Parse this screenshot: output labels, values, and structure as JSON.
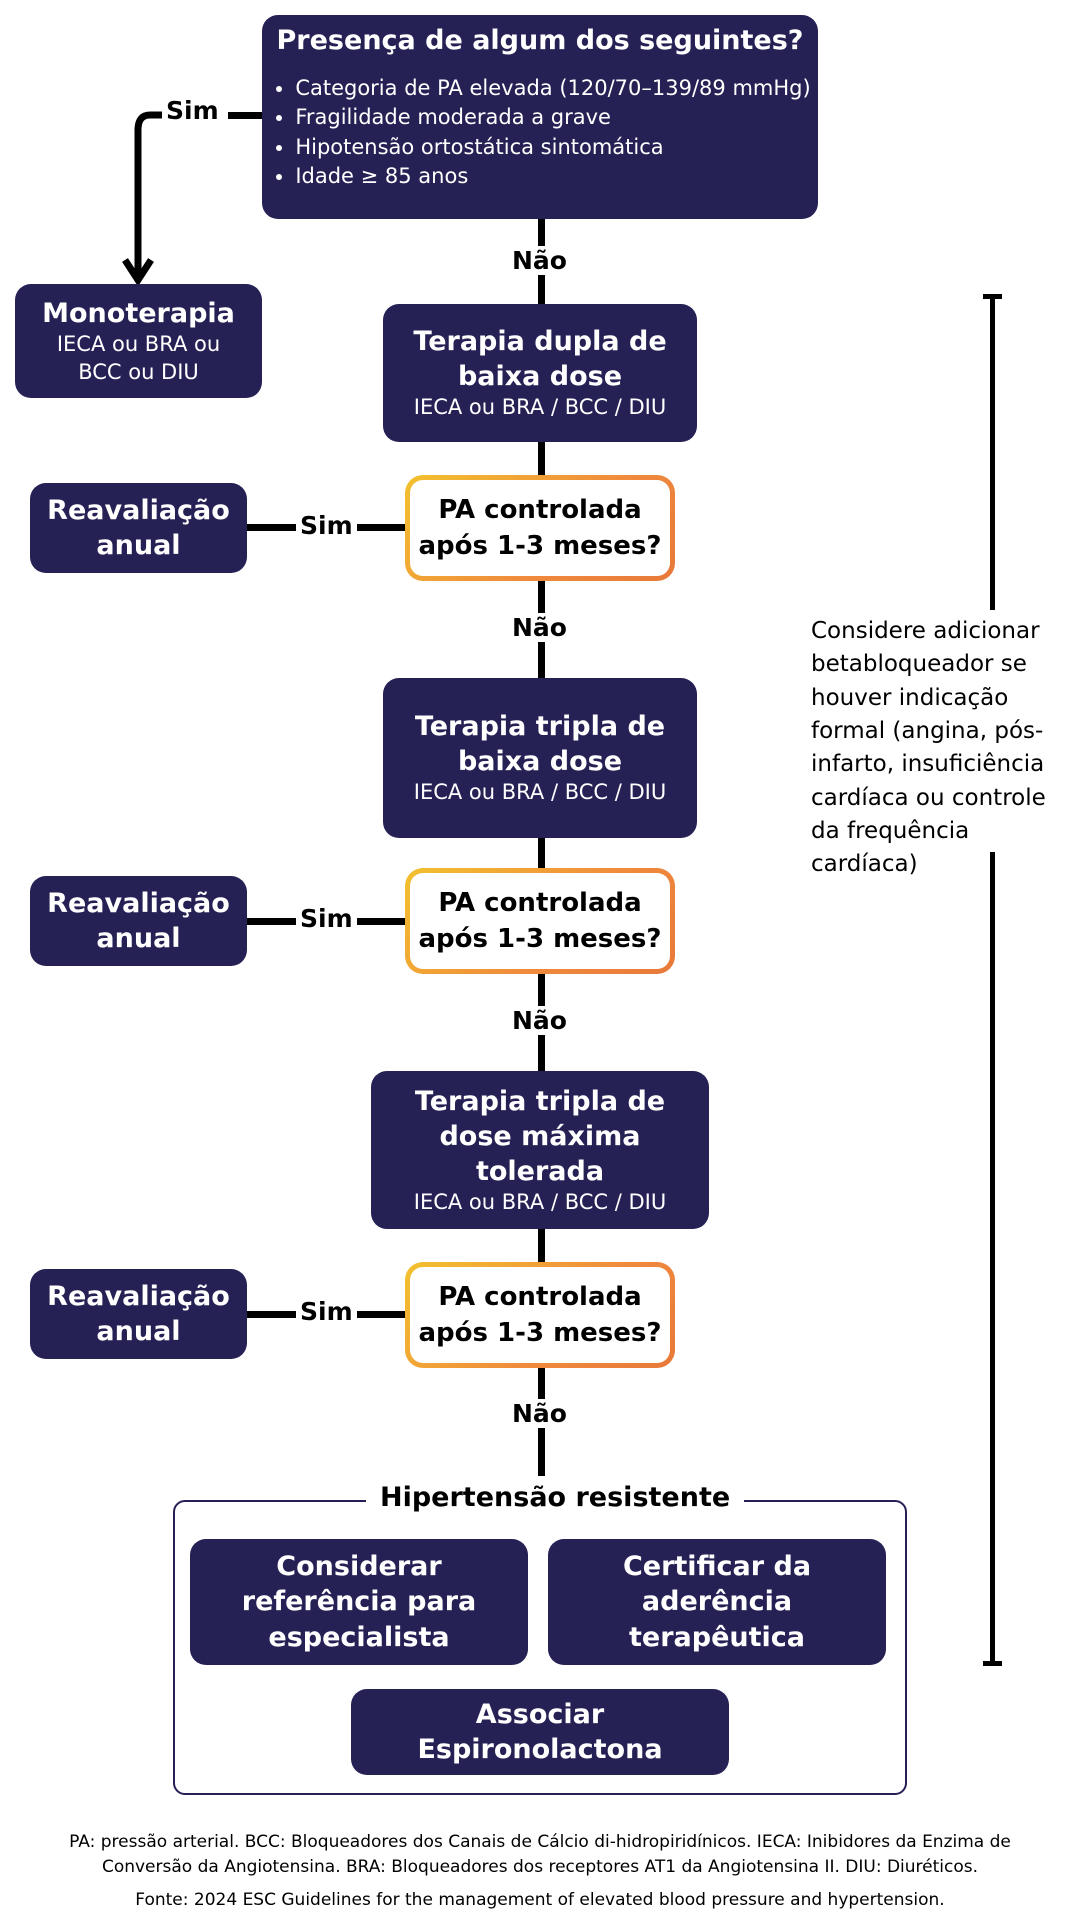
{
  "top": {
    "title": "Presença de algum dos seguintes?",
    "criteria": [
      "Categoria de PA elevada (120/70–139/89 mmHg)",
      "Fragilidade moderada a grave",
      "Hipotensão ortostática sintomática",
      "Idade ≥ 85 anos"
    ]
  },
  "labels": {
    "yes": "Sim",
    "no": "Não"
  },
  "monotherapy": {
    "title": "Monoterapia",
    "sub": "IECA ou BRA ou BCC ou DIU"
  },
  "dual": {
    "title": "Terapia dupla de baixa dose",
    "sub": "IECA ou BRA / BCC / DIU"
  },
  "triple_low": {
    "title": "Terapia tripla de baixa dose",
    "sub": "IECA ou BRA / BCC / DIU"
  },
  "triple_max": {
    "title": "Terapia tripla de dose máxima tolerada",
    "sub": "IECA ou BRA / BCC / DIU"
  },
  "decision": {
    "text": "PA controlada após 1-3 meses?"
  },
  "reeval": {
    "text": "Reavaliação anual"
  },
  "resistant": {
    "title": "Hipertensão resistente",
    "actions": [
      "Considerar referência para especialista",
      "Certificar da aderência terapêutica",
      "Associar Espironolactona"
    ]
  },
  "side_note": "Considere adicionar betabloqueador se houver indicação formal (angina, pós-infarto, insuficiência cardíaca ou controle da frequência cardíaca)",
  "footnote": "PA: pressão arterial. BCC: Bloqueadores dos Canais de Cálcio di-hidropiridínicos. IECA: Inibidores da Enzima de Conversão da Angiotensina. BRA: Bloqueadores dos receptores AT1 da Angiotensina II. DIU: Diuréticos.",
  "source": "Fonte: 2024 ESC Guidelines for the management of elevated blood pressure and hypertension.",
  "colors": {
    "node": "#262155",
    "decision_gradient_start": "#f2c12e",
    "decision_gradient_end": "#e8793a"
  }
}
